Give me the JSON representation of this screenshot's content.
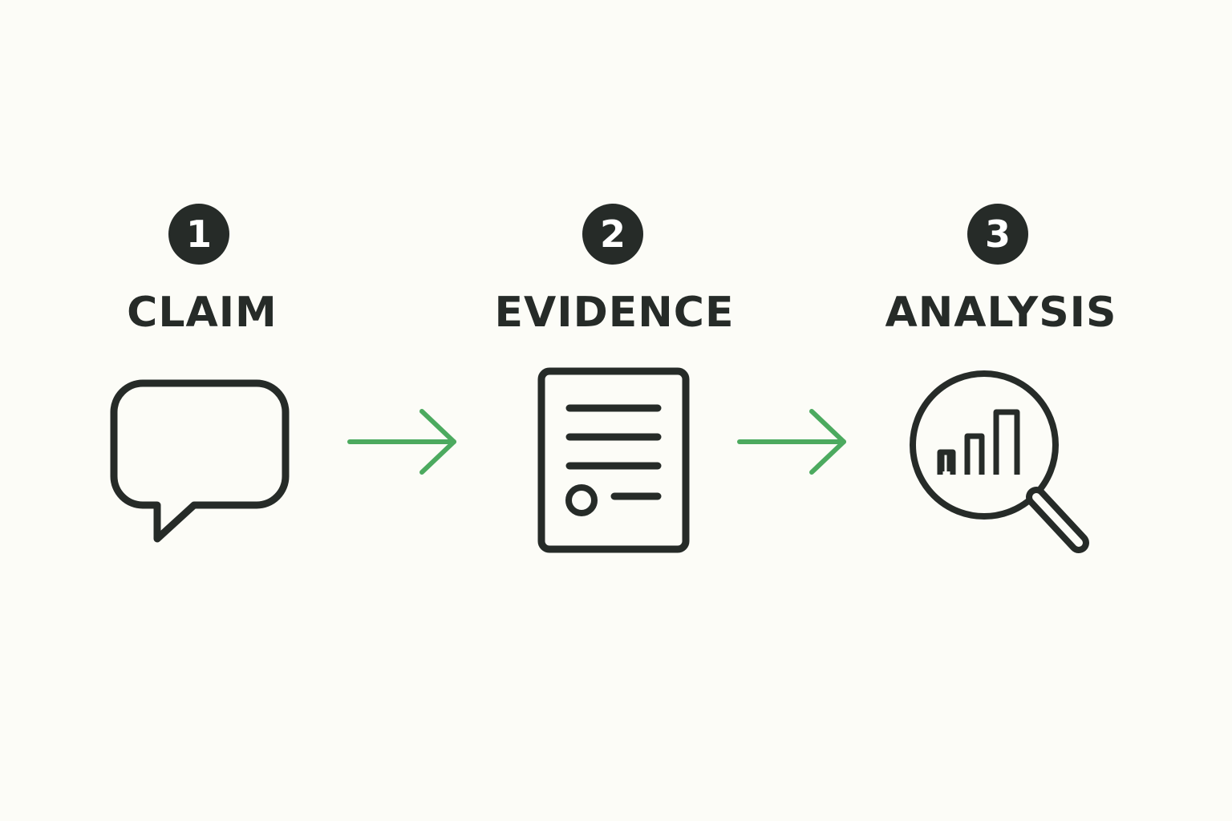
{
  "steps": [
    {
      "number": "1",
      "label": "CLAIM",
      "icon": "speech-bubble-icon"
    },
    {
      "number": "2",
      "label": "EVIDENCE",
      "icon": "document-icon"
    },
    {
      "number": "3",
      "label": "ANALYSIS",
      "icon": "magnifier-bar-chart-icon"
    }
  ],
  "colors": {
    "background": "#fcfcf7",
    "ink": "#262b28",
    "arrow": "#4caa5f",
    "badge_text": "#ffffff"
  },
  "connectors": [
    {
      "from": "1",
      "to": "2",
      "icon": "arrow-right-icon"
    },
    {
      "from": "2",
      "to": "3",
      "icon": "arrow-right-icon"
    }
  ]
}
